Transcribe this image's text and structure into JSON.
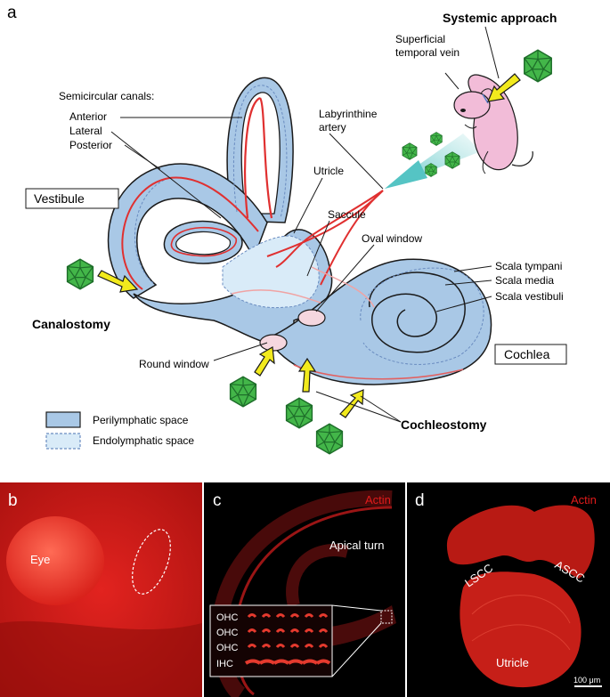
{
  "panel_a": {
    "letter": "a",
    "systemic_approach": "Systemic approach",
    "superficial_temporal_vein_1": "Superficial",
    "superficial_temporal_vein_2": "temporal vein",
    "semicircular_canals": "Semicircular canals:",
    "anterior": "Anterior",
    "lateral": "Lateral",
    "posterior": "Posterior",
    "labyrinthine_artery_1": "Labyrinthine",
    "labyrinthine_artery_2": "artery",
    "vestibule": "Vestibule",
    "utricle": "Utricle",
    "saccule": "Saccule",
    "oval_window": "Oval window",
    "scala_tympani": "Scala tympani",
    "scala_media": "Scala media",
    "scala_vestibuli": "Scala vestibuli",
    "canalostomy": "Canalostomy",
    "round_window": "Round window",
    "cochlea": "Cochlea",
    "cochleostomy": "Cochleostomy",
    "legend": {
      "perilymphatic": "Perilymphatic space",
      "endolymphatic": "Endolymphatic space"
    },
    "colors": {
      "perilymph": "#a9c8e6",
      "endolymph": "#d9ebf8",
      "vessel": "#e03030",
      "virus": "#3cb54a",
      "arrow": "#f2ea1d",
      "mouse": "#f2bcd8"
    }
  },
  "panel_b": {
    "letter": "b",
    "eye": "Eye"
  },
  "panel_c": {
    "letter": "c",
    "stain": "Actin",
    "apical_turn": "Apical turn",
    "rows": [
      "OHC",
      "OHC",
      "OHC",
      "IHC"
    ]
  },
  "panel_d": {
    "letter": "d",
    "stain": "Actin",
    "lscc": "LSCC",
    "ascc": "ASCC",
    "utricle": "Utricle",
    "scale_bar": "100 μm"
  }
}
